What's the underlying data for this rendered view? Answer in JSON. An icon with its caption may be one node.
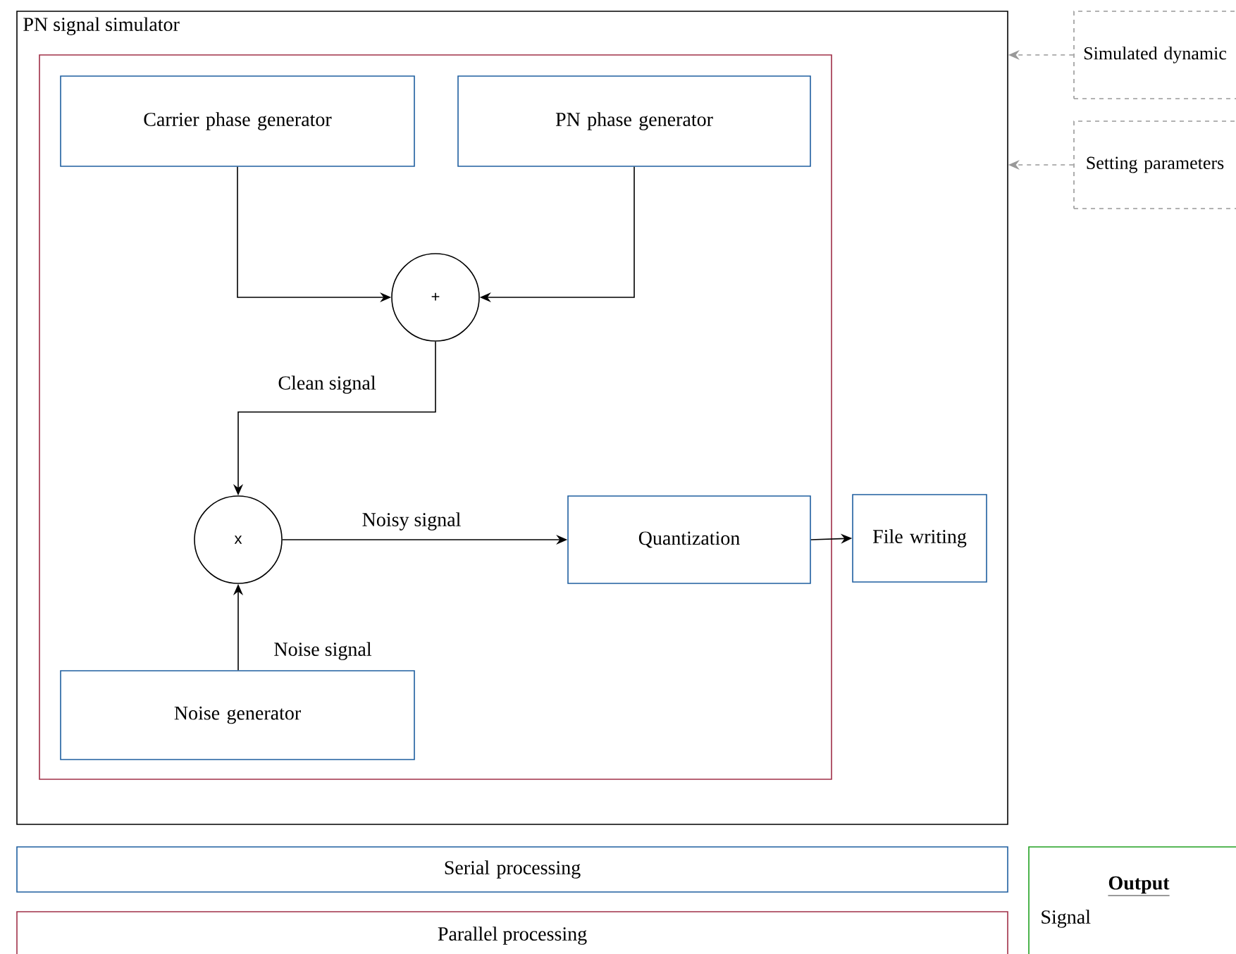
{
  "diagram": {
    "nodes": [
      {
        "text": [
          "PN signal simulator"
        ]
      },
      {
        "text": [],
        "shape": "box",
        "in": 0
      },
      {
        "text": [
          "Carrier phase generator"
        ],
        "in": 1
      },
      {
        "text": [
          "PN phase generator"
        ],
        "in": 1
      },
      {
        "text": [
          "+"
        ],
        "in": 1
      },
      {
        "text": [
          "x"
        ],
        "in": 1
      },
      {
        "text": [
          "Quantization"
        ],
        "in": 1
      },
      {
        "text": [
          "Noise generator"
        ],
        "in": 1
      },
      {
        "text": [
          "File writing"
        ],
        "in": 0
      },
      {
        "text": [
          "Simulated dynamic"
        ]
      },
      {
        "text": [
          "Setting parameters"
        ]
      },
      {
        "text": [
          "Serial processing"
        ]
      },
      {
        "text": [
          "Parallel processing"
        ]
      },
      {
        "text": [
          "Output",
          "Signal"
        ]
      }
    ],
    "edges": [
      {
        "from": 2,
        "to": 4,
        "arrow": "to"
      },
      {
        "from": 3,
        "to": 4,
        "arrow": "to"
      },
      {
        "from": 4,
        "to": 5,
        "arrow": "to",
        "label": "Clean signal"
      },
      {
        "from": 5,
        "to": 6,
        "arrow": "to",
        "label": "Noisy signal"
      },
      {
        "from": 7,
        "to": 5,
        "arrow": "to",
        "label": "Noise signal"
      },
      {
        "from": 6,
        "to": 8,
        "arrow": "to"
      },
      {
        "from": 9,
        "to": 0,
        "arrow": "to",
        "style": "dashed",
        "color": "#999999"
      },
      {
        "from": 10,
        "to": 0,
        "arrow": "to",
        "style": "dashed",
        "color": "#999999"
      }
    ]
  }
}
